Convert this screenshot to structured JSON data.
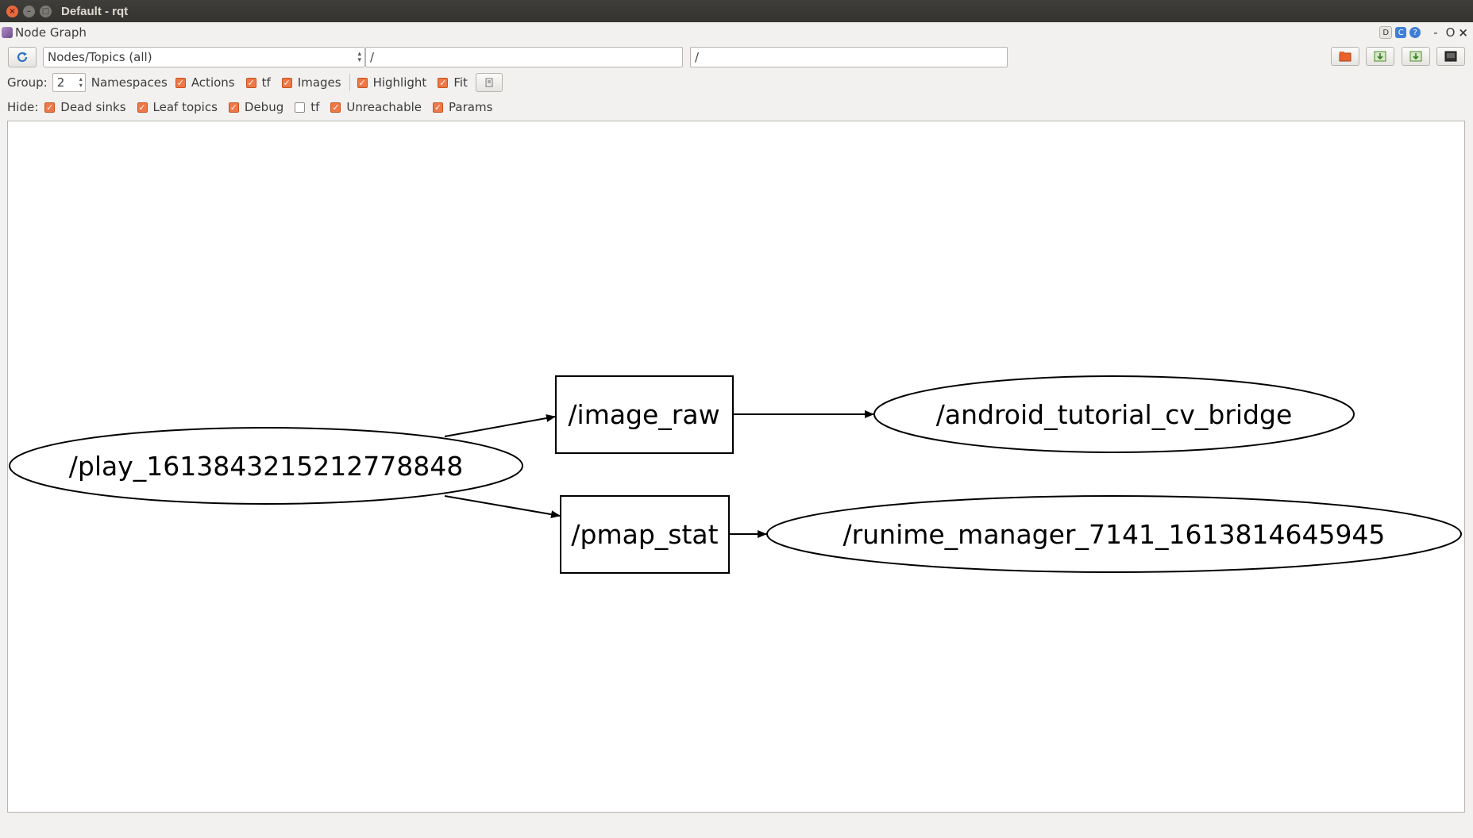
{
  "window": {
    "title": "Default - rqt"
  },
  "plugin": {
    "title": "Node Graph",
    "right_controls": [
      "D",
      "C",
      "?",
      "-",
      "O",
      "×"
    ]
  },
  "toolbar": {
    "mode_value": "Nodes/Topics (all)",
    "node_filter_value": "/",
    "topic_filter_value": "/"
  },
  "group_row": {
    "group_label": "Group:",
    "group_value": "2",
    "options": [
      {
        "label": "Namespaces",
        "checked": null
      },
      {
        "label": "Actions",
        "checked": true
      },
      {
        "label": "tf",
        "checked": true
      },
      {
        "label": "Images",
        "checked": true
      },
      {
        "label": "Highlight",
        "checked": true
      },
      {
        "label": "Fit",
        "checked": true
      }
    ]
  },
  "hide_row": {
    "hide_label": "Hide:",
    "options": [
      {
        "label": "Dead sinks",
        "checked": true
      },
      {
        "label": "Leaf topics",
        "checked": true
      },
      {
        "label": "Debug",
        "checked": true
      },
      {
        "label": "tf",
        "checked": false
      },
      {
        "label": "Unreachable",
        "checked": true
      },
      {
        "label": "Params",
        "checked": true
      }
    ]
  },
  "graph": {
    "nodes": [
      {
        "id": "play",
        "label": "/play_1613843215212778848",
        "shape": "ellipse"
      },
      {
        "id": "image_raw",
        "label": "/image_raw",
        "shape": "box"
      },
      {
        "id": "pmap_stat",
        "label": "/pmap_stat",
        "shape": "box"
      },
      {
        "id": "android",
        "label": "/android_tutorial_cv_bridge",
        "shape": "ellipse"
      },
      {
        "id": "runime",
        "label": "/runime_manager_7141_1613814645945",
        "shape": "ellipse"
      }
    ],
    "edges": [
      {
        "from": "play",
        "to": "image_raw"
      },
      {
        "from": "play",
        "to": "pmap_stat"
      },
      {
        "from": "image_raw",
        "to": "android"
      },
      {
        "from": "pmap_stat",
        "to": "runime"
      }
    ]
  }
}
